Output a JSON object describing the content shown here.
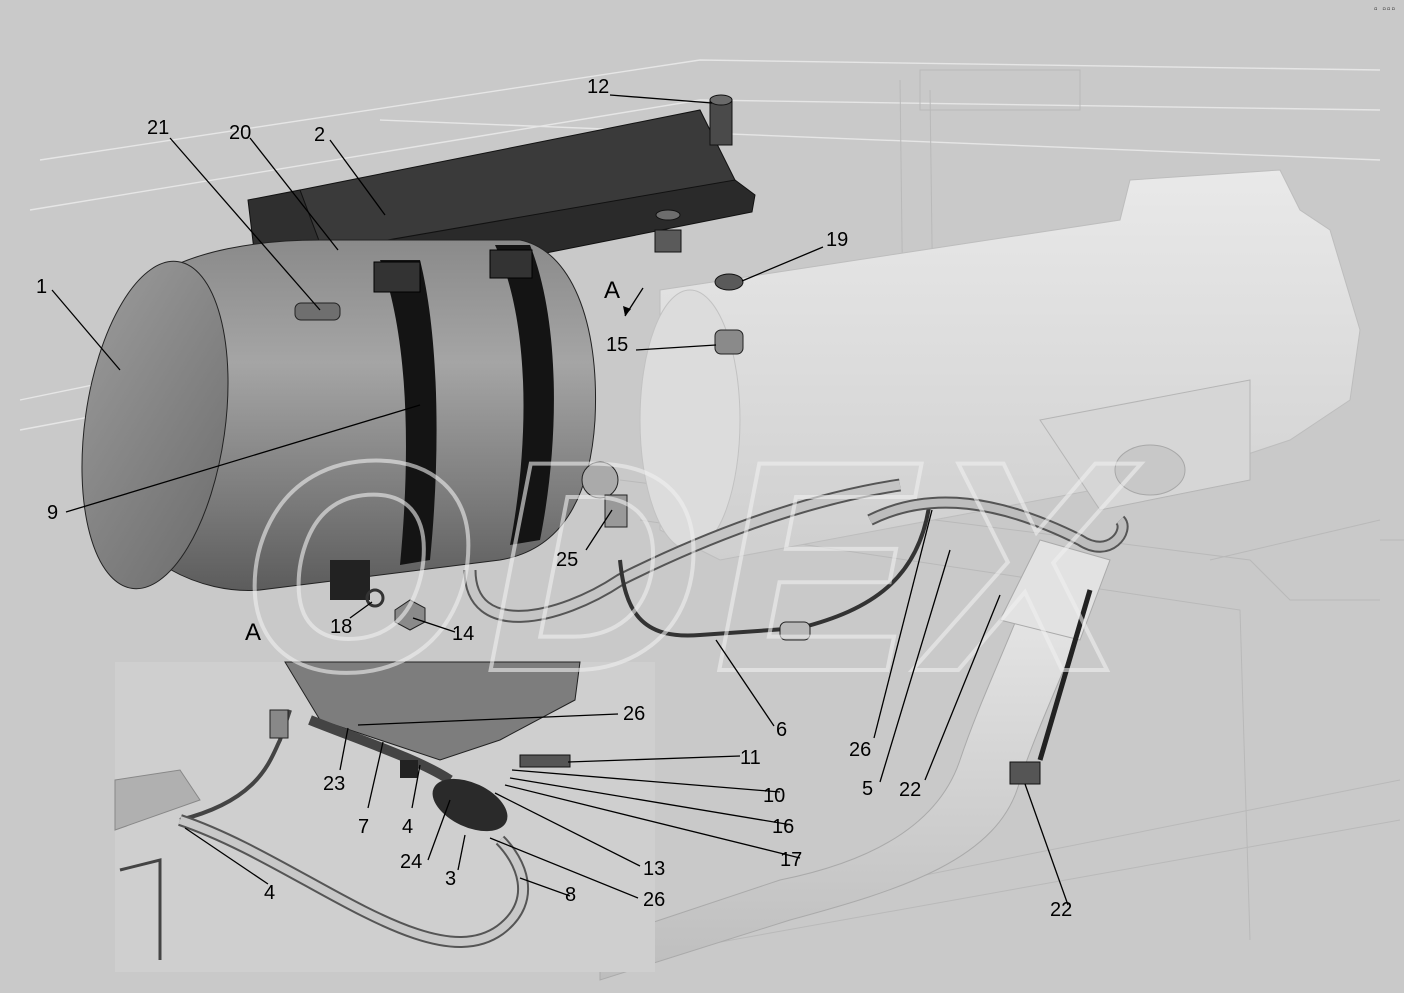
{
  "corner_mark": "▫ ▫▫▫",
  "view_labels": {
    "section_arrow": "A",
    "inset_view": "A"
  },
  "callouts": [
    {
      "id": "c12",
      "label": "12"
    },
    {
      "id": "c21",
      "label": "21"
    },
    {
      "id": "c20",
      "label": "20"
    },
    {
      "id": "c2",
      "label": "2"
    },
    {
      "id": "c19",
      "label": "19"
    },
    {
      "id": "c1",
      "label": "1"
    },
    {
      "id": "c15",
      "label": "15"
    },
    {
      "id": "c9",
      "label": "9"
    },
    {
      "id": "c25",
      "label": "25"
    },
    {
      "id": "c18",
      "label": "18"
    },
    {
      "id": "c14",
      "label": "14"
    },
    {
      "id": "c26a",
      "label": "26"
    },
    {
      "id": "c11",
      "label": "11"
    },
    {
      "id": "c6",
      "label": "6"
    },
    {
      "id": "c26b",
      "label": "26"
    },
    {
      "id": "c5",
      "label": "5"
    },
    {
      "id": "c22a",
      "label": "22"
    },
    {
      "id": "c23",
      "label": "23"
    },
    {
      "id": "c10",
      "label": "10"
    },
    {
      "id": "c7",
      "label": "7"
    },
    {
      "id": "c4a",
      "label": "4"
    },
    {
      "id": "c16",
      "label": "16"
    },
    {
      "id": "c17",
      "label": "17"
    },
    {
      "id": "c24",
      "label": "24"
    },
    {
      "id": "c13",
      "label": "13"
    },
    {
      "id": "c3",
      "label": "3"
    },
    {
      "id": "c4b",
      "label": "4"
    },
    {
      "id": "c8",
      "label": "8"
    },
    {
      "id": "c26c",
      "label": "26"
    },
    {
      "id": "c22b",
      "label": "22"
    }
  ],
  "watermark": "ODEX"
}
